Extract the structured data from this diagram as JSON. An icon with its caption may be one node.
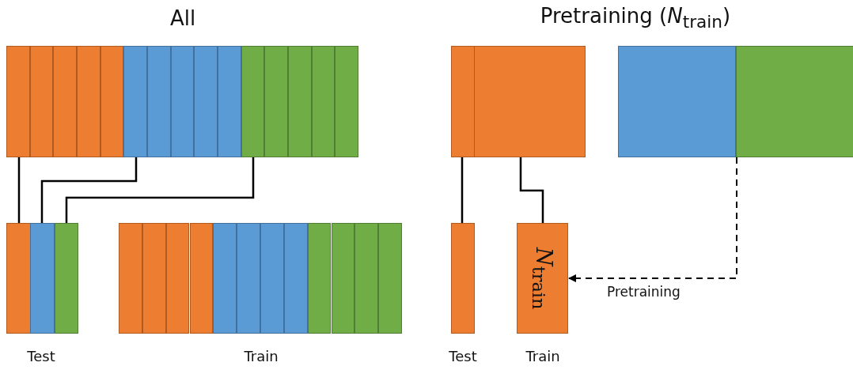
{
  "diagram": {
    "nodes": [
      {
        "text": [],
        "shape": "box"
      },
      {
        "text": [],
        "shape": "box"
      },
      {
        "text": [],
        "shape": "box"
      },
      {
        "text": [],
        "shape": "box"
      },
      {
        "text": [],
        "shape": "box"
      },
      {
        "text": [],
        "shape": "box"
      },
      {
        "text": [],
        "shape": "box"
      },
      {
        "text": [],
        "shape": "box"
      },
      {
        "text": [],
        "shape": "box"
      },
      {
        "text": [],
        "shape": "box"
      },
      {
        "text": [],
        "shape": "box"
      },
      {
        "text": [],
        "shape": "box"
      },
      {
        "text": [],
        "shape": "box"
      },
      {
        "text": [],
        "shape": "box"
      },
      {
        "text": [],
        "shape": "box"
      },
      {
        "text": [],
        "shape": "box"
      },
      {
        "text": [],
        "shape": "box"
      },
      {
        "text": [],
        "shape": "box"
      },
      {
        "text": [],
        "shape": "box"
      },
      {
        "text": [],
        "shape": "box"
      },
      {
        "text": [],
        "shape": "box"
      },
      {
        "text": [],
        "shape": "box"
      },
      {
        "text": [],
        "shape": "box"
      },
      {
        "text": [],
        "shape": "box"
      },
      {
        "text": [],
        "shape": "box"
      },
      {
        "text": [],
        "shape": "box"
      },
      {
        "text": [],
        "shape": "box"
      },
      {
        "text": [],
        "shape": "box"
      },
      {
        "text": [],
        "shape": "box"
      },
      {
        "text": [],
        "shape": "box"
      },
      {
        "text": [],
        "shape": "box"
      },
      {
        "text": [],
        "shape": "box"
      },
      {
        "text": [],
        "shape": "box"
      },
      {
        "text": [],
        "shape": "box"
      },
      {
        "text": [],
        "shape": "box"
      },
      {
        "text": [
          "*N*$_{train}$"
        ]
      }
    ],
    "edges": [
      {
        "from": 0,
        "to": 15,
        "arrow": "none"
      },
      {
        "from": 5,
        "to": 16,
        "arrow": "none"
      },
      {
        "from": 10,
        "to": 17,
        "arrow": "none"
      },
      {
        "from": 30,
        "to": 34,
        "arrow": "none"
      },
      {
        "from": 31,
        "to": 35,
        "arrow": "none"
      },
      {
        "from": 33,
        "to": 35,
        "arrow": "to",
        "label": "Pretraining",
        "style": "dashed"
      }
    ],
    "labels": [
      "All",
      "Pretraining (*N*$_{train}$)",
      "Test",
      "Train",
      "Test",
      "Train"
    ]
  }
}
